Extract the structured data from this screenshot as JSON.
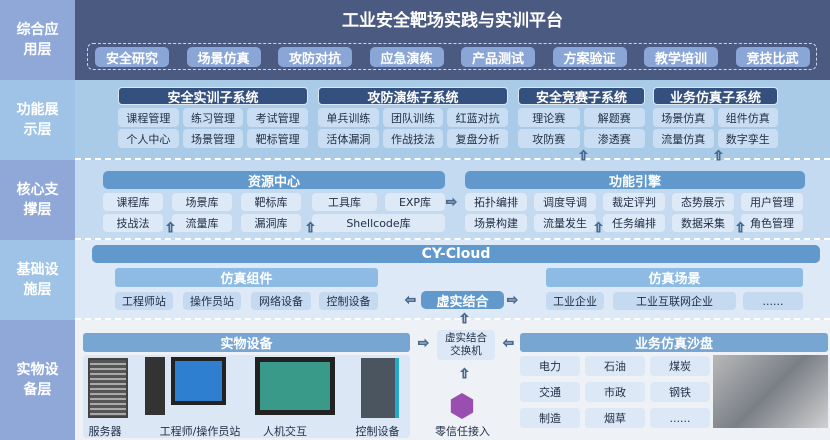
{
  "layers": [
    "综合应用层",
    "功能展示层",
    "核心支撑层",
    "基础设施层",
    "实物设备层"
  ],
  "title": "工业安全靶场实践与实训平台",
  "applications": [
    "安全研究",
    "场景仿真",
    "攻防对抗",
    "应急演练",
    "产品测试",
    "方案验证",
    "教学培训",
    "竞技比武"
  ],
  "subsystems": [
    {
      "title": "安全实训子系统",
      "items": [
        "课程管理",
        "练习管理",
        "考试管理",
        "个人中心",
        "场景管理",
        "靶标管理"
      ]
    },
    {
      "title": "攻防演练子系统",
      "items": [
        "单兵训练",
        "团队训练",
        "红蓝对抗",
        "活体漏洞",
        "作战技法",
        "复盘分析"
      ]
    },
    {
      "title": "安全竞赛子系统",
      "items": [
        "理论赛",
        "解题赛",
        "攻防赛",
        "渗透赛"
      ]
    },
    {
      "title": "业务仿真子系统",
      "items": [
        "场景仿真",
        "组件仿真",
        "流量仿真",
        "数字孪生"
      ]
    }
  ],
  "resource_center": {
    "title": "资源中心",
    "items": [
      "课程库",
      "场景库",
      "靶标库",
      "工具库",
      "EXP库",
      "技战法",
      "流量库",
      "漏洞库",
      "Shellcode库"
    ]
  },
  "function_engine": {
    "title": "功能引擎",
    "items": [
      "拓扑编排",
      "调度导调",
      "裁定评判",
      "态势展示",
      "用户管理",
      "场景构建",
      "流量发生",
      "任务编排",
      "数据采集",
      "角色管理"
    ]
  },
  "cloud": "CY-Cloud",
  "sim_components": {
    "title": "仿真组件",
    "items": [
      "工程师站",
      "操作员站",
      "网络设备",
      "控制设备"
    ]
  },
  "sim_scenes": {
    "title": "仿真场景",
    "items": [
      "工业企业",
      "工业互联网企业",
      "......"
    ]
  },
  "virtual_real": "虚实结合",
  "physical": {
    "title": "实物设备",
    "devices": [
      "服务器",
      "工程师/操作员站",
      "人机交互",
      "控制设备"
    ]
  },
  "switch": "虚实结合交换机",
  "zero_trust": "零信任接入",
  "sandbox": {
    "title": "业务仿真沙盘",
    "items": [
      "电力",
      "石油",
      "煤炭",
      "交通",
      "市政",
      "钢铁",
      "制造",
      "烟草",
      "......"
    ]
  },
  "colors": {
    "navy": "#4a5a80",
    "layer_label": "#8fa8d8",
    "header_dark": "#34507e",
    "header_mid": "#6199cc"
  }
}
